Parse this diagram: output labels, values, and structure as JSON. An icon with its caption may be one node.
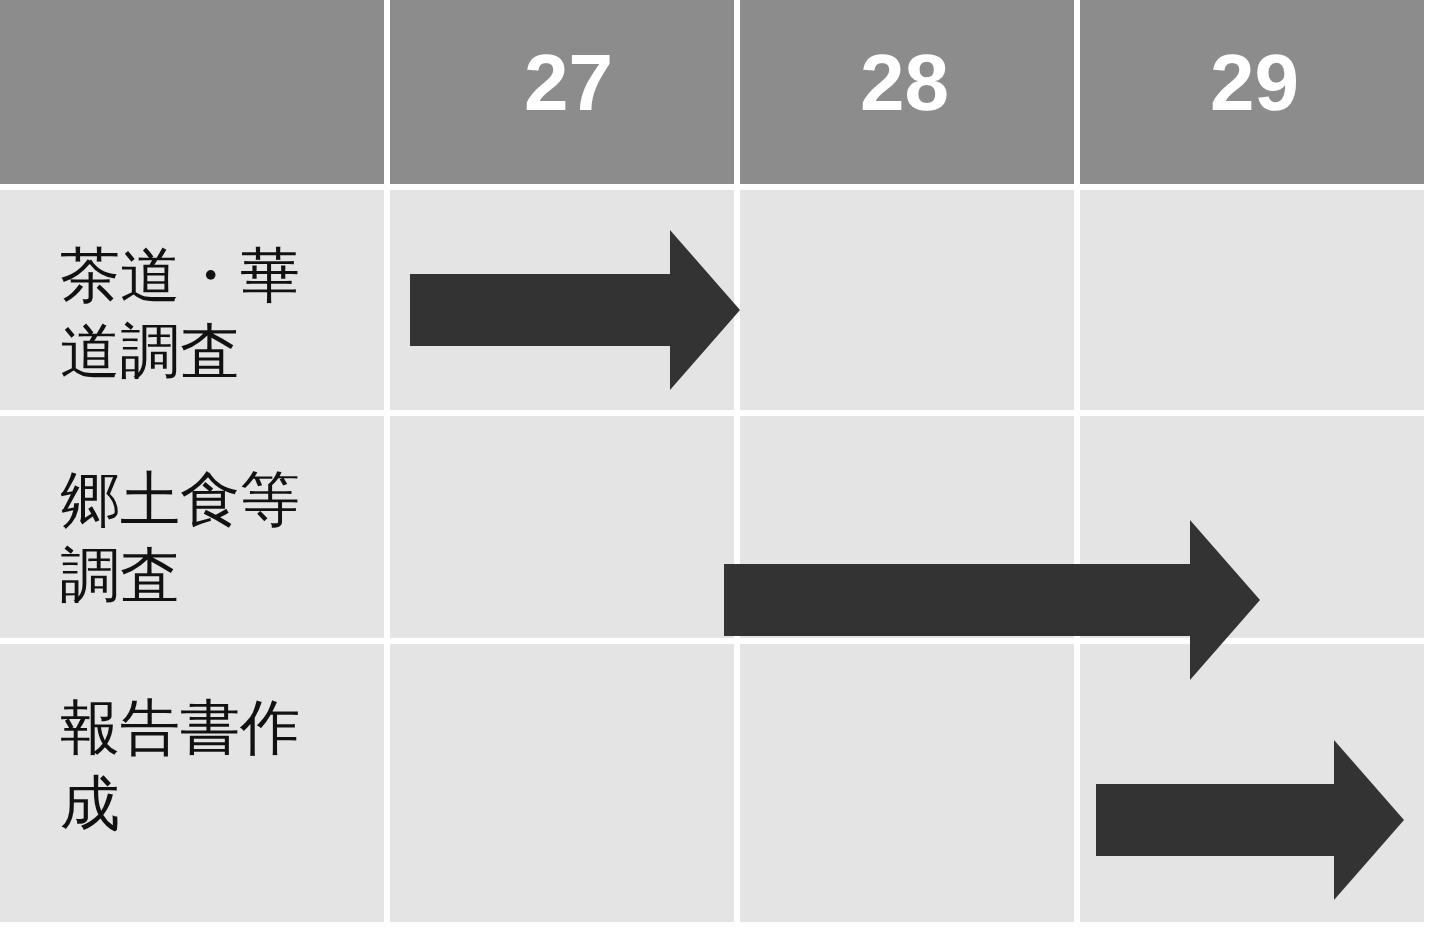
{
  "diagram": {
    "labels": [
      "27",
      "28",
      "29",
      "茶道・華道調査",
      "郷土食等調査",
      "報告書作成"
    ]
  }
}
